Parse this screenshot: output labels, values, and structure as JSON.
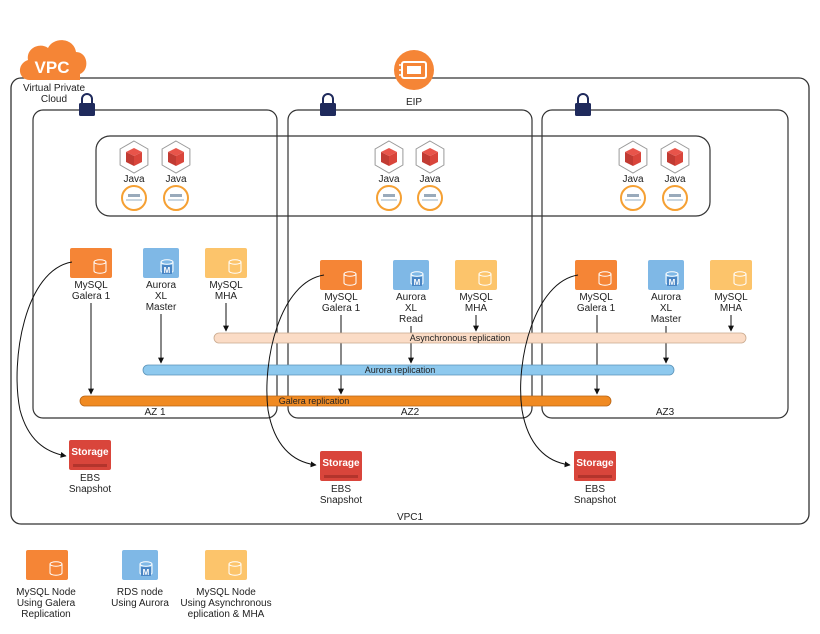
{
  "vpc": {
    "logo_text": "VPC",
    "caption_line1": "Virtual Private",
    "caption_line2": "Cloud",
    "eip_label": "EIP",
    "container_label": "VPC1"
  },
  "azs": [
    {
      "label": "AZ 1"
    },
    {
      "label": "AZ2"
    },
    {
      "label": "AZ3"
    }
  ],
  "java_label": "Java",
  "nodes": {
    "az1": [
      {
        "type": "galera",
        "lines": [
          "MySQL",
          "Galera 1"
        ]
      },
      {
        "type": "aurora",
        "lines": [
          "Aurora",
          "XL",
          "Master"
        ]
      },
      {
        "type": "mha",
        "lines": [
          "MySQL",
          "MHA"
        ]
      }
    ],
    "az2": [
      {
        "type": "galera",
        "lines": [
          "MySQL",
          "Galera 1"
        ]
      },
      {
        "type": "aurora",
        "lines": [
          "Aurora",
          "XL",
          "Read"
        ]
      },
      {
        "type": "mha",
        "lines": [
          "MySQL",
          "MHA"
        ]
      }
    ],
    "az3": [
      {
        "type": "galera",
        "lines": [
          "MySQL",
          "Galera 1"
        ]
      },
      {
        "type": "aurora",
        "lines": [
          "Aurora",
          "XL",
          "Master"
        ]
      },
      {
        "type": "mha",
        "lines": [
          "MySQL",
          "MHA"
        ]
      }
    ]
  },
  "node_badge": "M",
  "replication": {
    "async": "Asynchronous replication",
    "aurora": "Aurora replication",
    "galera": "Galera replication"
  },
  "storage": {
    "badge": "Storage",
    "line1": "EBS",
    "line2": "Snapshot"
  },
  "legend": [
    {
      "type": "galera",
      "lines": [
        "MySQL Node",
        "Using Galera",
        "Replication"
      ]
    },
    {
      "type": "aurora",
      "lines": [
        "RDS node",
        "Using Aurora"
      ]
    },
    {
      "type": "mha",
      "lines": [
        "MySQL Node",
        "Using Asynchronous",
        "eplication & MHA"
      ]
    }
  ],
  "colors": {
    "galera": "#f58536",
    "aurora": "#7fb8e6",
    "mha": "#fcc46b",
    "storage": "#d9453b",
    "async_bar": "#fbdcc6",
    "aurora_bar": "#8ec9ee",
    "galera_bar": "#f08a22",
    "vpc_orange": "#f58536",
    "lock": "#1f2a5c"
  }
}
